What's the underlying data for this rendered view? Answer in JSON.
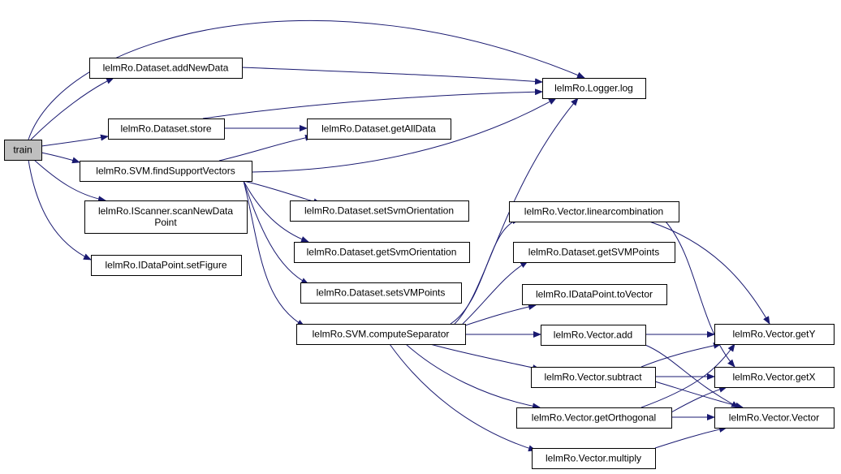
{
  "graph": {
    "nodes": [
      {
        "id": "train",
        "lines": [
          "train"
        ],
        "root": true
      },
      {
        "id": "addNewData",
        "lines": [
          "lelmRo.Dataset.addNewData"
        ]
      },
      {
        "id": "store",
        "lines": [
          "lelmRo.Dataset.store"
        ]
      },
      {
        "id": "findSupportVectors",
        "lines": [
          "lelmRo.SVM.findSupportVectors"
        ]
      },
      {
        "id": "scanNewDataPoint",
        "lines": [
          "lelmRo.IScanner.scanNewData",
          "Point"
        ]
      },
      {
        "id": "setFigure",
        "lines": [
          "lelmRo.IDataPoint.setFigure"
        ]
      },
      {
        "id": "log",
        "lines": [
          "lelmRo.Logger.log"
        ]
      },
      {
        "id": "getAllData",
        "lines": [
          "lelmRo.Dataset.getAllData"
        ]
      },
      {
        "id": "setSvmOrientation",
        "lines": [
          "lelmRo.Dataset.setSvmOrientation"
        ]
      },
      {
        "id": "getSvmOrientation",
        "lines": [
          "lelmRo.Dataset.getSvmOrientation"
        ]
      },
      {
        "id": "setsVMPoints",
        "lines": [
          "lelmRo.Dataset.setsVMPoints"
        ]
      },
      {
        "id": "computeSeparator",
        "lines": [
          "lelmRo.SVM.computeSeparator"
        ]
      },
      {
        "id": "linearcombination",
        "lines": [
          "lelmRo.Vector.linearcombination"
        ]
      },
      {
        "id": "getSVMPoints",
        "lines": [
          "lelmRo.Dataset.getSVMPoints"
        ]
      },
      {
        "id": "toVector",
        "lines": [
          "lelmRo.IDataPoint.toVector"
        ]
      },
      {
        "id": "add",
        "lines": [
          "lelmRo.Vector.add"
        ]
      },
      {
        "id": "subtract",
        "lines": [
          "lelmRo.Vector.subtract"
        ]
      },
      {
        "id": "getOrthogonal",
        "lines": [
          "lelmRo.Vector.getOrthogonal"
        ]
      },
      {
        "id": "multiply",
        "lines": [
          "lelmRo.Vector.multiply"
        ]
      },
      {
        "id": "getY",
        "lines": [
          "lelmRo.Vector.getY"
        ]
      },
      {
        "id": "getX",
        "lines": [
          "lelmRo.Vector.getX"
        ]
      },
      {
        "id": "Vector",
        "lines": [
          "lelmRo.Vector.Vector"
        ]
      }
    ],
    "edges": [
      [
        "train",
        "log"
      ],
      [
        "train",
        "addNewData"
      ],
      [
        "train",
        "store"
      ],
      [
        "train",
        "findSupportVectors"
      ],
      [
        "train",
        "scanNewDataPoint"
      ],
      [
        "train",
        "setFigure"
      ],
      [
        "addNewData",
        "log"
      ],
      [
        "store",
        "log"
      ],
      [
        "store",
        "getAllData"
      ],
      [
        "findSupportVectors",
        "getAllData"
      ],
      [
        "findSupportVectors",
        "log"
      ],
      [
        "findSupportVectors",
        "setSvmOrientation"
      ],
      [
        "findSupportVectors",
        "getSvmOrientation"
      ],
      [
        "findSupportVectors",
        "setsVMPoints"
      ],
      [
        "findSupportVectors",
        "computeSeparator"
      ],
      [
        "computeSeparator",
        "log"
      ],
      [
        "computeSeparator",
        "linearcombination"
      ],
      [
        "computeSeparator",
        "getSVMPoints"
      ],
      [
        "computeSeparator",
        "toVector"
      ],
      [
        "computeSeparator",
        "add"
      ],
      [
        "computeSeparator",
        "subtract"
      ],
      [
        "computeSeparator",
        "getOrthogonal"
      ],
      [
        "computeSeparator",
        "multiply"
      ],
      [
        "linearcombination",
        "getY"
      ],
      [
        "linearcombination",
        "getX"
      ],
      [
        "add",
        "getY"
      ],
      [
        "add",
        "Vector"
      ],
      [
        "subtract",
        "getY"
      ],
      [
        "subtract",
        "getX"
      ],
      [
        "subtract",
        "Vector"
      ],
      [
        "getOrthogonal",
        "getY"
      ],
      [
        "getOrthogonal",
        "getX"
      ],
      [
        "getOrthogonal",
        "Vector"
      ],
      [
        "multiply",
        "Vector"
      ]
    ]
  }
}
